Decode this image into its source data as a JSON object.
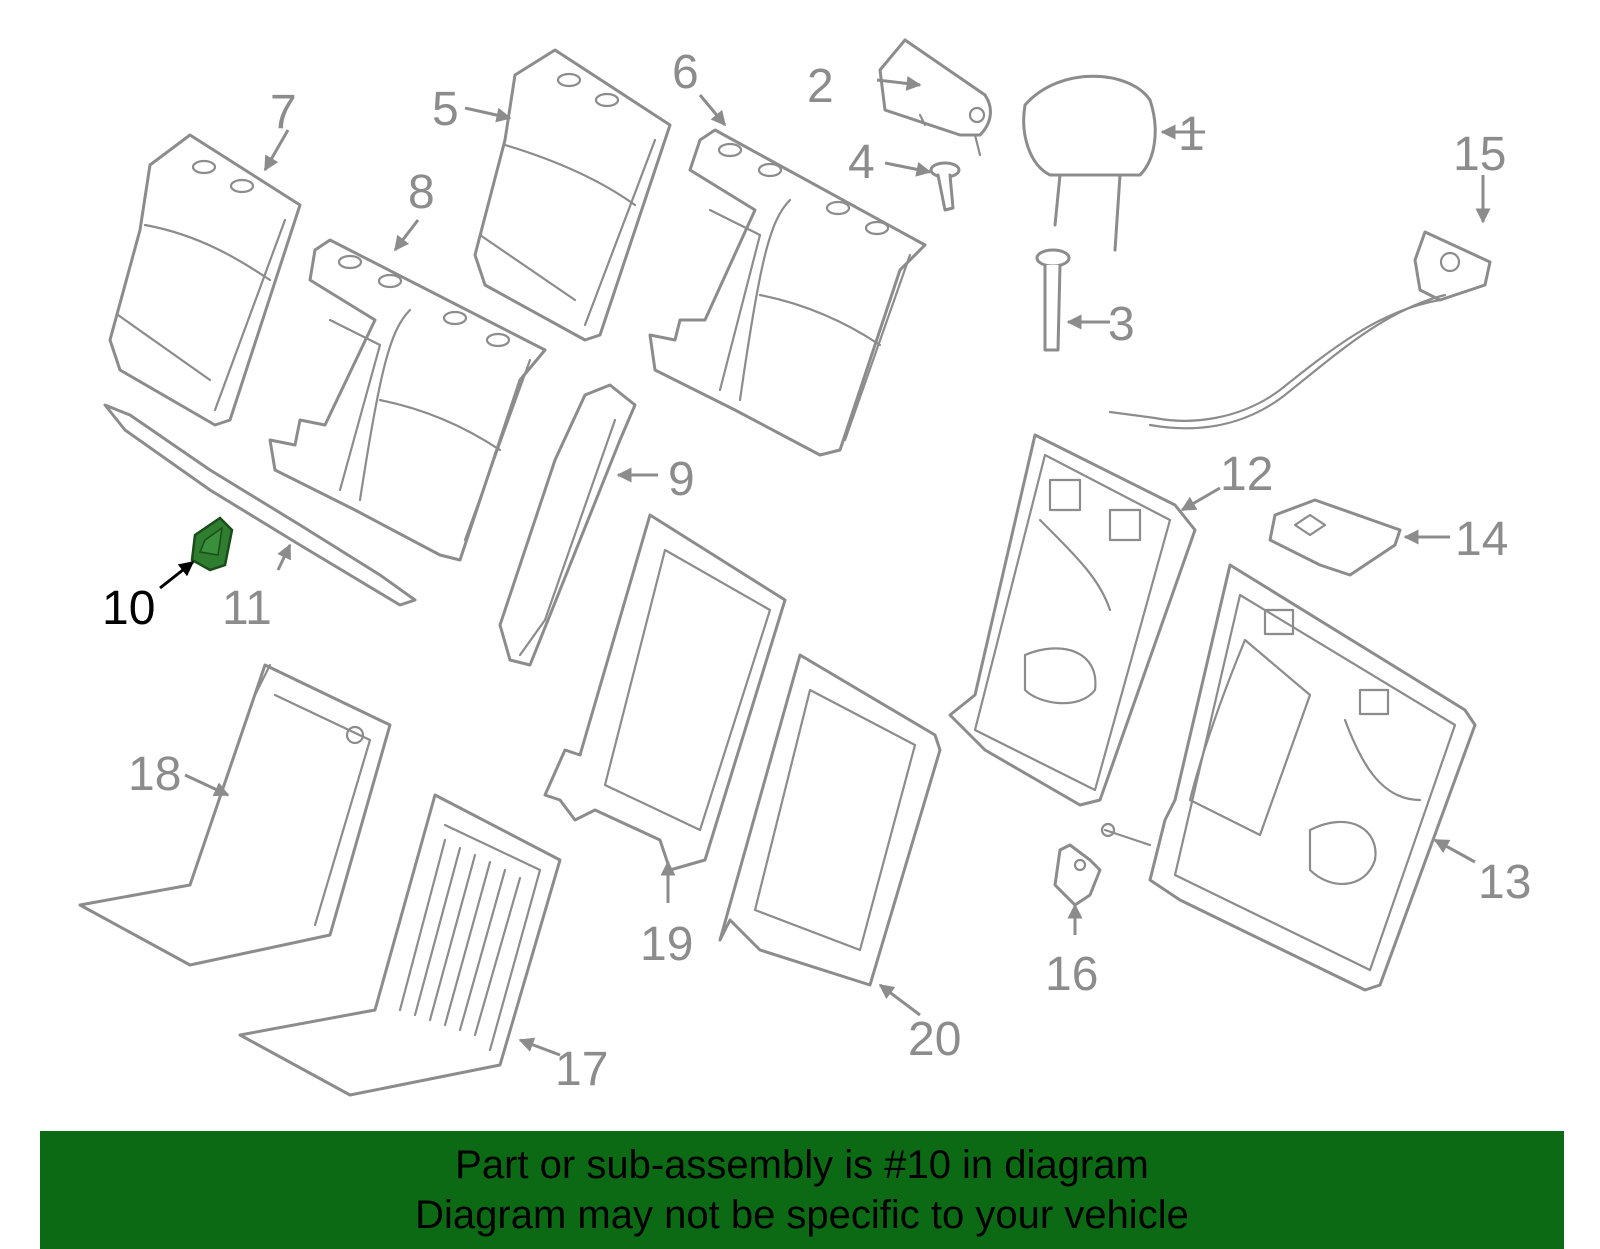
{
  "diagram": {
    "highlight_color": "#2f7d2f",
    "line_color": "#8c8c8c",
    "callouts": [
      {
        "id": "1",
        "label": "1"
      },
      {
        "id": "2",
        "label": "2"
      },
      {
        "id": "3",
        "label": "3"
      },
      {
        "id": "4",
        "label": "4"
      },
      {
        "id": "5",
        "label": "5"
      },
      {
        "id": "6",
        "label": "6"
      },
      {
        "id": "7",
        "label": "7"
      },
      {
        "id": "8",
        "label": "8"
      },
      {
        "id": "9",
        "label": "9"
      },
      {
        "id": "10",
        "label": "10",
        "highlighted": true
      },
      {
        "id": "11",
        "label": "11"
      },
      {
        "id": "12",
        "label": "12"
      },
      {
        "id": "13",
        "label": "13"
      },
      {
        "id": "14",
        "label": "14"
      },
      {
        "id": "15",
        "label": "15"
      },
      {
        "id": "16",
        "label": "16"
      },
      {
        "id": "17",
        "label": "17"
      },
      {
        "id": "18",
        "label": "18"
      },
      {
        "id": "19",
        "label": "19"
      },
      {
        "id": "20",
        "label": "20"
      }
    ]
  },
  "banner": {
    "background": "#0c6a14",
    "line1": "Part or sub-assembly is #10 in diagram",
    "line2": "Diagram may not be specific to your vehicle"
  }
}
